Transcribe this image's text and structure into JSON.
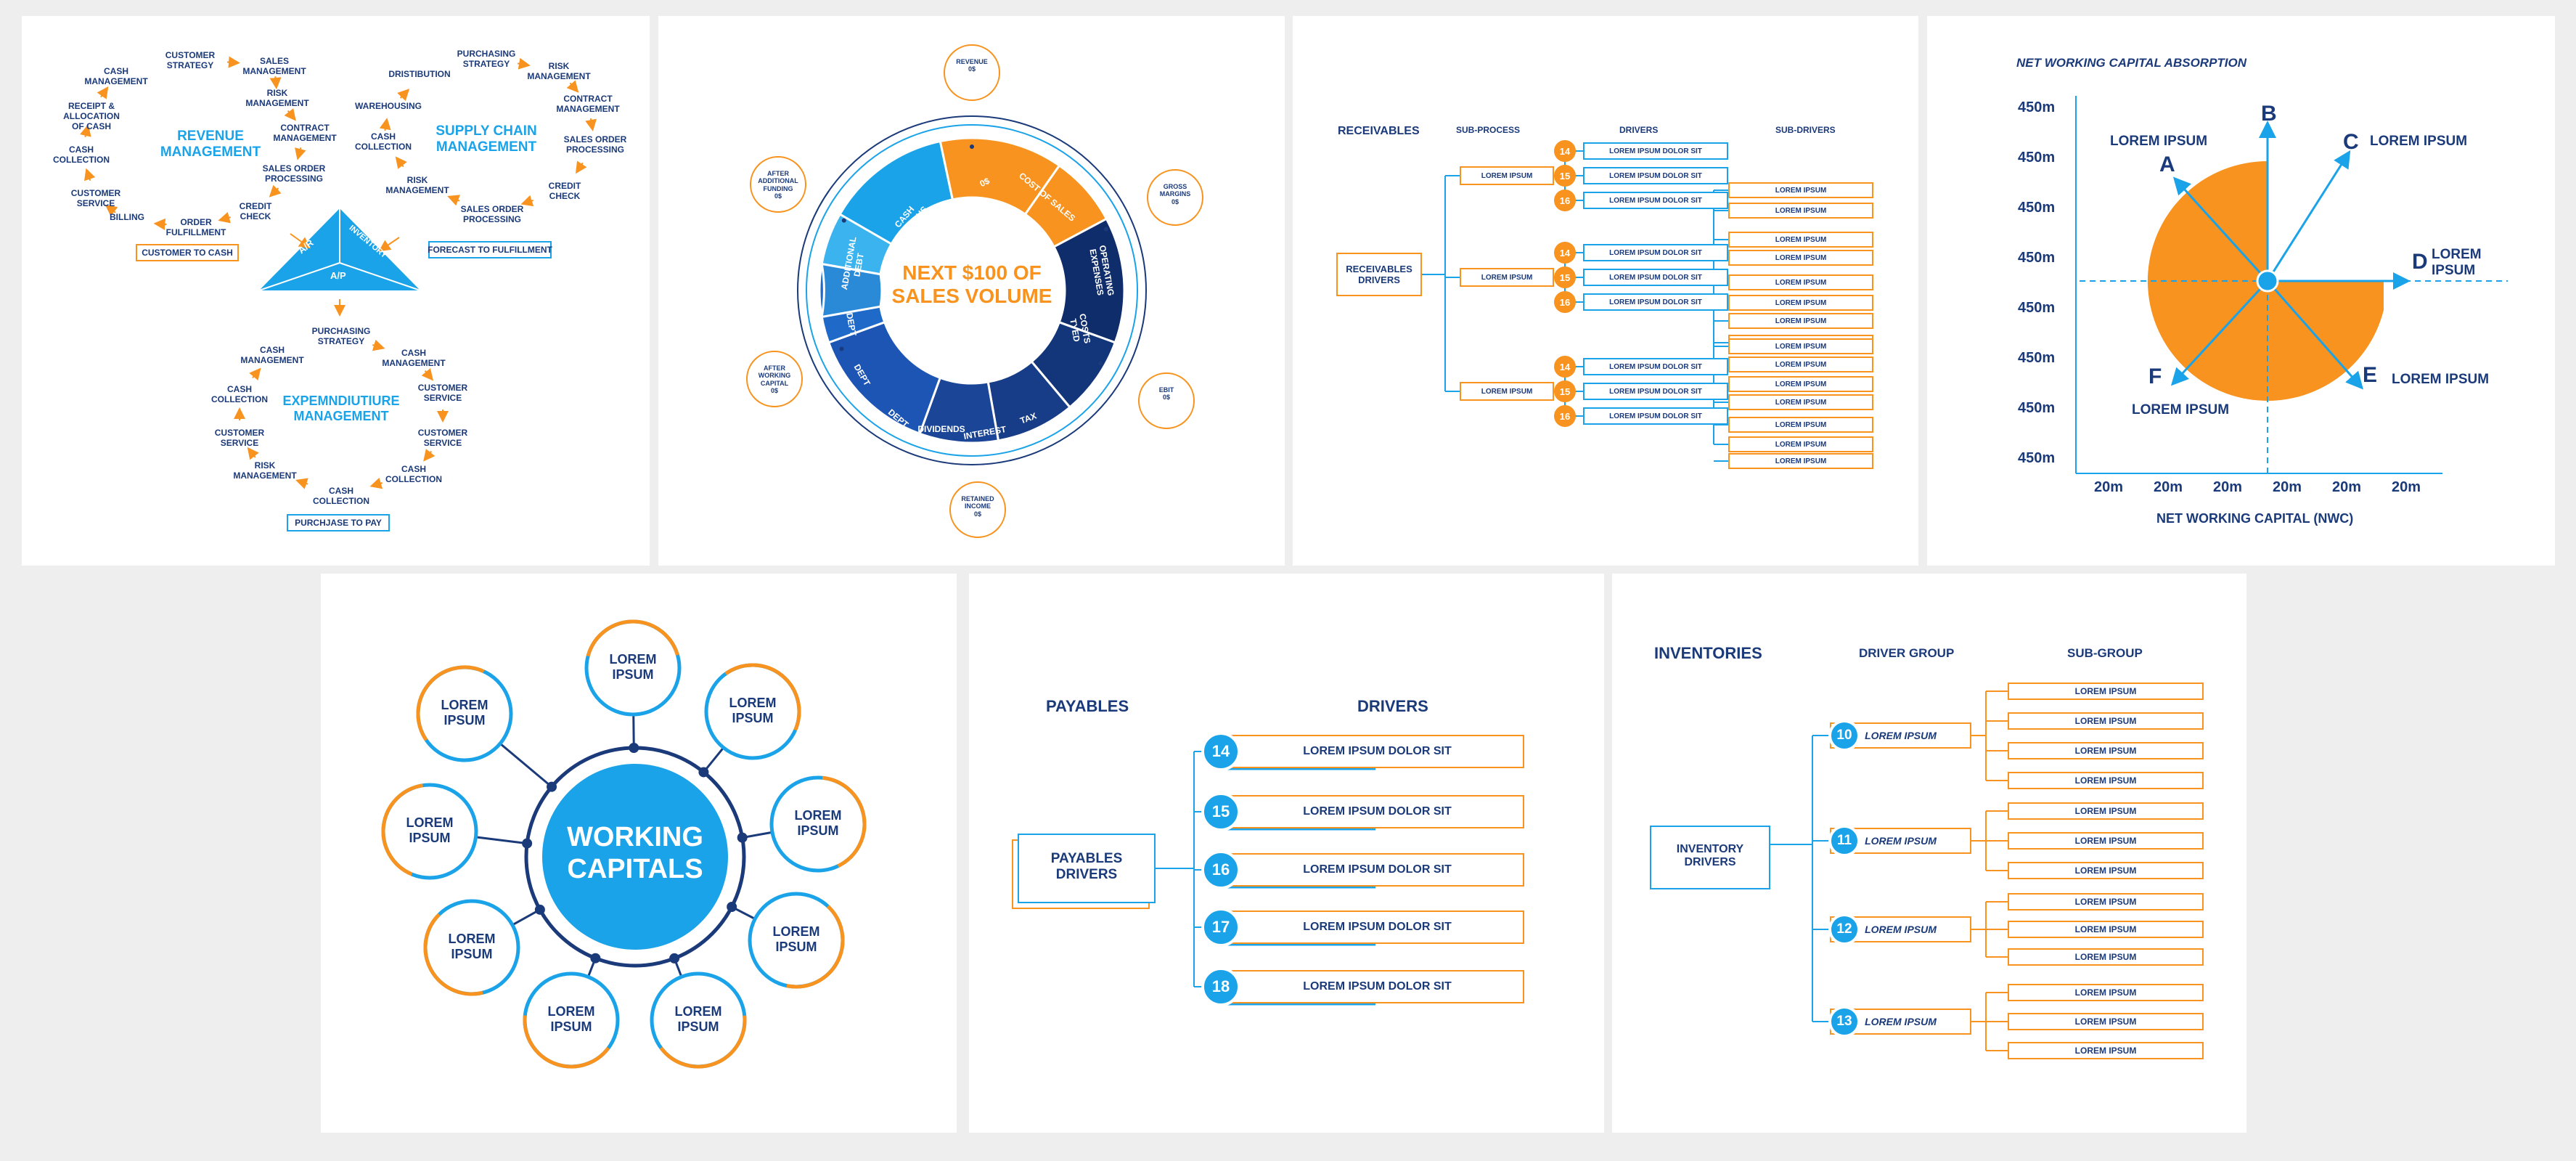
{
  "colors": {
    "navy": "#1b3a7a",
    "cyan": "#1aa3e8",
    "orange": "#f7931e",
    "background": "#eeeeee"
  },
  "cycle": {
    "revenue_title": "REVENUE\nMANAGEMENT",
    "supply_title": "SUPPLY CHAIN\nMANAGEMENT",
    "expend_title": "EXPEMNDIUTIURE\nMANAGEMENT",
    "revenue_items": [
      "CUSTOMER\nSTRATEGY",
      "SALES\nMANAGEMENT",
      "RISK\nMANAGEMENT",
      "CONTRACT\nMANAGEMENT",
      "SALES ORDER\nPROCESSING",
      "CREDIT\nCHECK",
      "ORDER\nFULFILLMENT",
      "BILLING",
      "CUSTOMER\nSERVICE",
      "CASH\nCOLLECTION",
      "RECEIPT &\nALLOCATION\nOF CASH",
      "CASH\nMANAGEMENT"
    ],
    "supply_items": [
      "PURCHASING\nSTRATEGY",
      "RISK\nMANAGEMENT",
      "CONTRACT\nMANAGEMENT",
      "SALES ORDER\nPROCESSING",
      "CREDIT\nCHECK",
      "SALES ORDER\nPROCESSING",
      "RISK\nMANAGEMENT",
      "CASH\nCOLLECTION",
      "WAREHOUSING",
      "DRISTIBUTION"
    ],
    "expend_items": [
      "PURCHASING\nSTRATEGY",
      "CASH\nMANAGEMENT",
      "CUSTOMER\nSERVICE",
      "CUSTOMER\nSERVICE",
      "CASH\nCOLLECTION",
      "CASH\nCOLLECTION",
      "RISK\nMANAGEMENT",
      "CUSTOMER\nSERVICE",
      "CASH\nCOLLECTION",
      "CASH\nMANAGEMENT"
    ],
    "tag_customer": "CUSTOMER TO CASH",
    "tag_forecast": "FORECAST TO FULFILLMENT",
    "tag_purchase": "PURCHJASE TO PAY",
    "tri_ar": "A/R",
    "tri_inv": "INVENTORY",
    "tri_ap": "A/P"
  },
  "donut": {
    "center": "NEXT $100 OF\nSALES VOLUME",
    "segments": [
      "0$",
      "COST OF SALES",
      "OPERATING\nEXPENSES",
      "COSTS\nTYED",
      "TAX",
      "INTEREST",
      "DIVIDENDS",
      "DEPT",
      "DEPT",
      "DEPT",
      "ADDITIONAL\nDEBT",
      "CASH\nSURPLUS"
    ],
    "bubbles": [
      "REVENUE\n0$",
      "GROSS\nMARGINS\n0$",
      "EBIT\n0$",
      "RETAINED\nINCOME\n0$",
      "AFTER\nWORKING\nCAPITAL\n0$",
      "AFTER\nADDITIONAL\nFUNDING\n0$"
    ]
  },
  "receivables": {
    "headers": [
      "RECEIVABLES",
      "SUB-PROCESS",
      "DRIVERS",
      "SUB-DRIVERS"
    ],
    "root": "RECEIVABLES\nDRIVERS",
    "sub": "LOREM IPSUM",
    "driver_nums": [
      "14",
      "15",
      "16",
      "14",
      "15",
      "16",
      "14",
      "15",
      "16"
    ],
    "driver": "LOREM IPSUM DOLOR SIT",
    "subdriver": "LOREM IPSUM"
  },
  "nwc": {
    "title": "NET WORKING CAPITAL ABSORPTION",
    "xlabel": "NET WORKING CAPITAL (NWC)",
    "yticks": [
      "450m",
      "450m",
      "450m",
      "450m",
      "450m",
      "450m",
      "450m",
      "450m"
    ],
    "xticks": [
      "20m",
      "20m",
      "20m",
      "20m",
      "20m",
      "20m"
    ],
    "letters": [
      "A",
      "B",
      "C",
      "D",
      "E",
      "F"
    ],
    "labels": [
      "LOREM IPSUM",
      "LOREM IPSUM",
      "LOREM\nIPSUM",
      "LOREM IPSUM",
      "LOREM IPSUM"
    ]
  },
  "wc": {
    "center": "WORKING\nCAPITALS",
    "item": "LOREM\nIPSUM"
  },
  "payables": {
    "h1": "PAYABLES",
    "h2": "DRIVERS",
    "root": "PAYABLES\nDRIVERS",
    "nums": [
      "14",
      "15",
      "16",
      "17",
      "18"
    ],
    "item": "LOREM IPSUM DOLOR SIT"
  },
  "inventory": {
    "h1": "INVENTORIES",
    "h2": "DRIVER GROUP",
    "h3": "SUB-GROUP",
    "root": "INVENTORY\nDRIVERS",
    "nums": [
      "10",
      "11",
      "12",
      "13"
    ],
    "group": "LOREM IPSUM",
    "sub": "LOREM IPSUM"
  }
}
